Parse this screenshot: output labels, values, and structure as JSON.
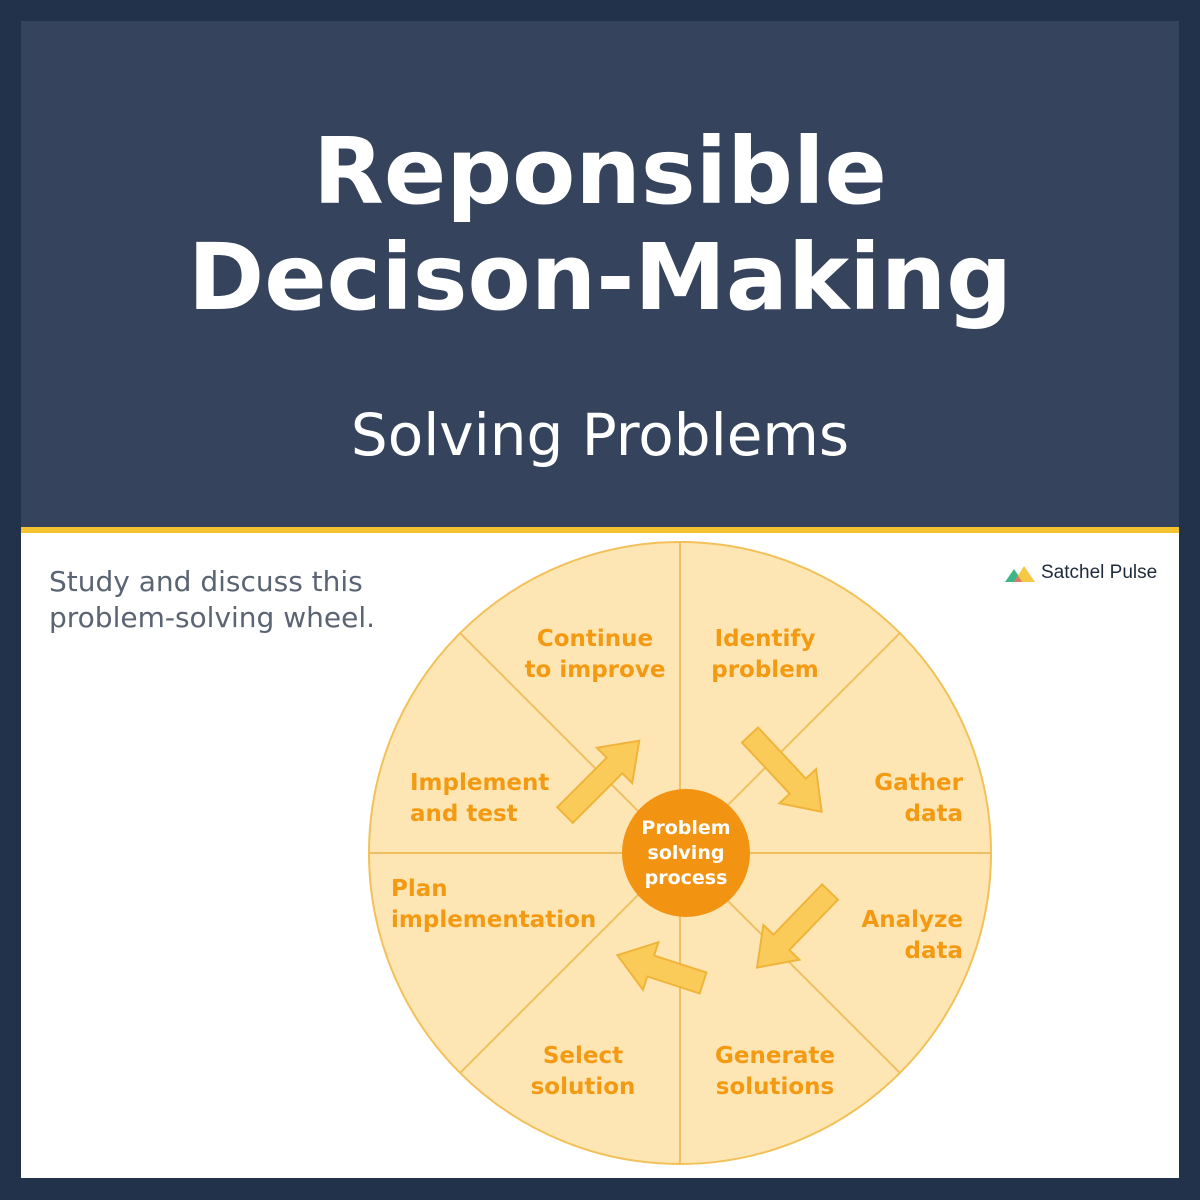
{
  "header": {
    "title_line1": "Reponsible",
    "title_line2": "Decison-Making",
    "subtitle": "Solving Problems"
  },
  "instructions": {
    "line1": "Study and discuss this",
    "line2": "problem-solving wheel."
  },
  "logo": {
    "name": "Satchel Pulse"
  },
  "wheel": {
    "center": {
      "line1": "Problem",
      "line2": "solving",
      "line3": "process"
    },
    "steps": [
      {
        "line1": "Identify",
        "line2": "problem"
      },
      {
        "line1": "Gather",
        "line2": "data"
      },
      {
        "line1": "Analyze",
        "line2": "data"
      },
      {
        "line1": "Generate",
        "line2": "solutions"
      },
      {
        "line1": "Select",
        "line2": "solution"
      },
      {
        "line1": "Plan",
        "line2": "implementation"
      },
      {
        "line1": "Implement",
        "line2": "and test"
      },
      {
        "line1": "Continue",
        "line2": "to improve"
      }
    ]
  },
  "colors": {
    "navy": "#35445c",
    "accent": "#f5c330",
    "orange": "#f39312",
    "wheel_fill": "#fde6b4"
  }
}
